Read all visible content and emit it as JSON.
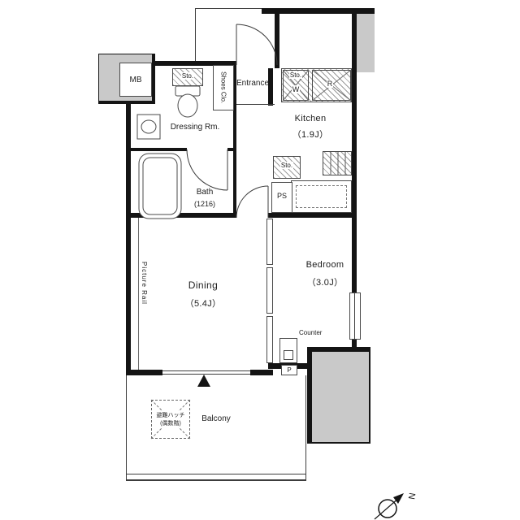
{
  "labels": {
    "mb": "MB",
    "entrance": "Entrance",
    "shoes_closet": "Shoes Clo.",
    "storage_dressing": "Sto.",
    "dressing_room": "Dressing Rm.",
    "bath": "Bath",
    "bath_size": "(1216)",
    "kitchen": "Kitchen",
    "kitchen_size": "（1.9J）",
    "storage_kitchen_top": "Sto.",
    "washer": "W",
    "refrigerator": "R",
    "storage_kitchen": "Sto.",
    "pipe_space": "PS",
    "dining": "Dining",
    "dining_size": "（5.4J）",
    "bedroom": "Bedroom",
    "bedroom_size": "（3.0J）",
    "picture_rail": "Picture Rail",
    "counter": "Counter",
    "pipe": "P",
    "balcony": "Balcony",
    "evac_hatch_1": "避難ハッチ",
    "evac_hatch_2": "(偶数階)",
    "compass_north": "N"
  },
  "colors": {
    "wall": "#141414",
    "gray_area": "#c9c9c9",
    "line": "#3c3c3c",
    "background": "#ffffff"
  }
}
